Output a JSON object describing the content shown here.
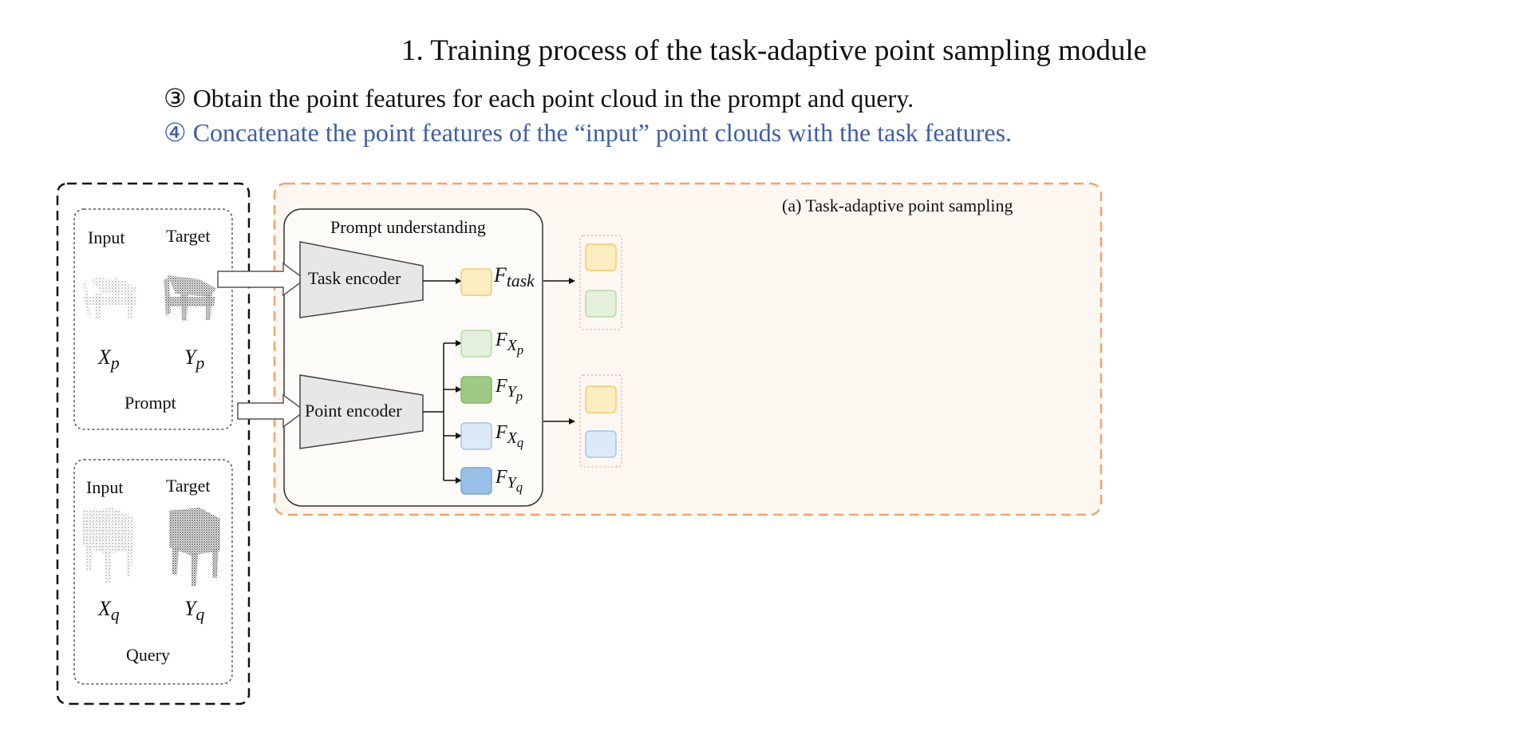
{
  "title": "1. Training process of the task-adaptive point sampling module",
  "steps": [
    {
      "number": "③",
      "text": "Obtain the point features for each point cloud in the prompt and query."
    },
    {
      "number": "④",
      "text": "Concatenate the point features of the “input” point clouds with the task features."
    }
  ],
  "left_panel": {
    "prompt": {
      "label": "Prompt",
      "input_label": "Input",
      "target_label": "Target",
      "x_symbol": "X",
      "x_sub": "p",
      "y_symbol": "Y",
      "y_sub": "p"
    },
    "query": {
      "label": "Query",
      "input_label": "Input",
      "target_label": "Target",
      "x_symbol": "X",
      "x_sub": "q",
      "y_symbol": "Y",
      "y_sub": "q"
    }
  },
  "module": {
    "title": "(a) Task-adaptive point sampling",
    "prompt_understanding": "Prompt understanding",
    "task_encoder": "Task encoder",
    "point_encoder": "Point encoder",
    "features": [
      {
        "symbol": "F",
        "sub": "task",
        "subsub": "",
        "color": "#fdeec2"
      },
      {
        "symbol": "F",
        "sub": "X",
        "subsub": "p",
        "color": "#e2f0dc"
      },
      {
        "symbol": "F",
        "sub": "Y",
        "subsub": "p",
        "color": "#9dcb84"
      },
      {
        "symbol": "F",
        "sub": "X",
        "subsub": "q",
        "color": "#dce9f7"
      },
      {
        "symbol": "F",
        "sub": "Y",
        "subsub": "q",
        "color": "#98bfe6"
      }
    ],
    "concat_groups": [
      {
        "colors": [
          "#fdeec2",
          "#e2f0dc"
        ]
      },
      {
        "colors": [
          "#fdeec2",
          "#dce9f7"
        ]
      }
    ]
  },
  "colors": {
    "accent_text": "#3f5ea8",
    "module_border": "#f0a66a",
    "module_fill": "#fdf7f2"
  }
}
